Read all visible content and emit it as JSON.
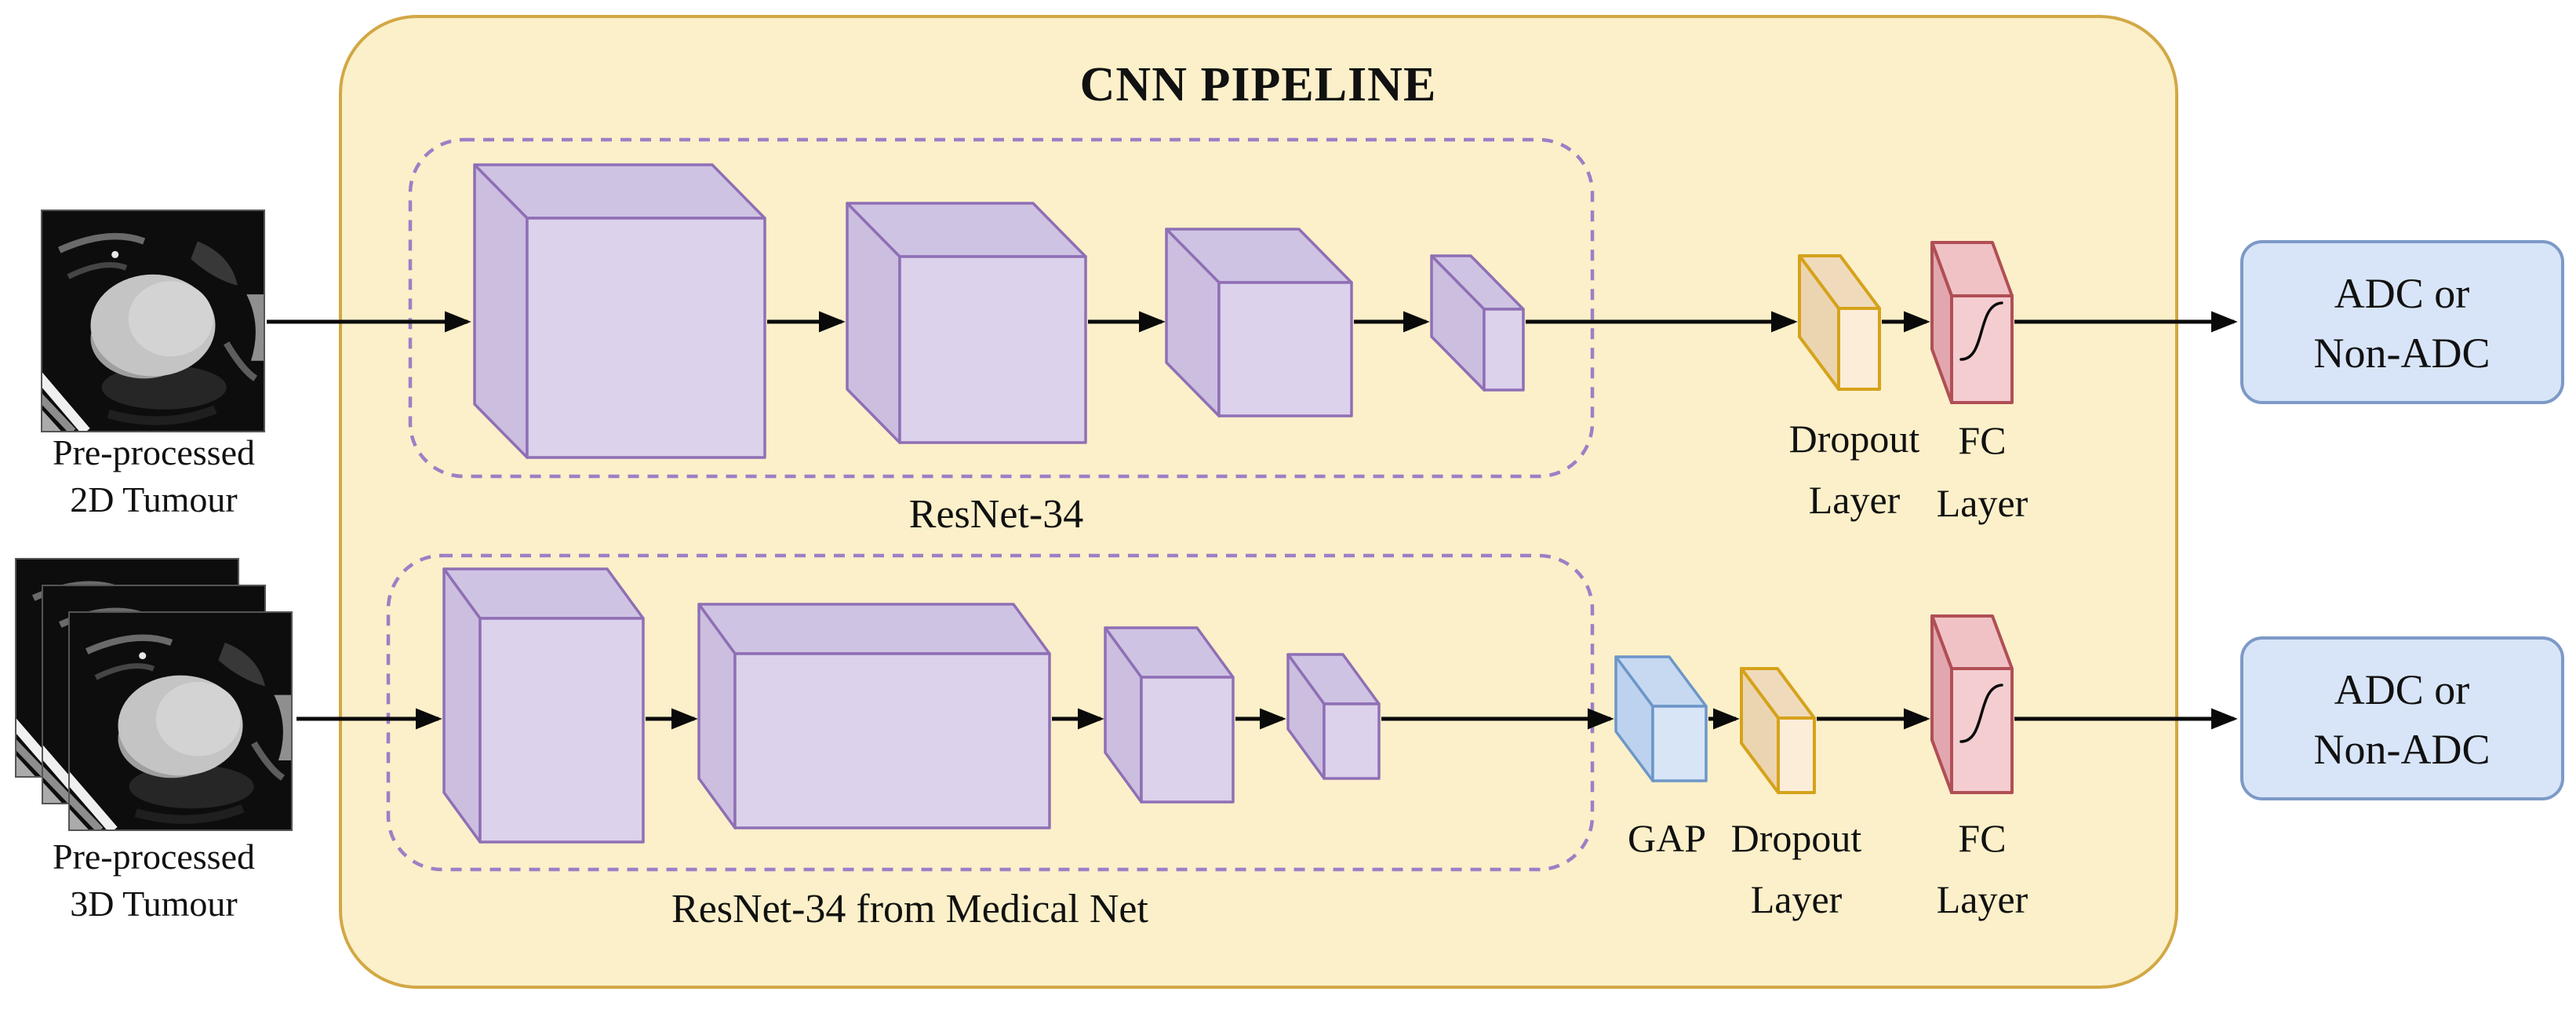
{
  "title": "CNN PIPELINE",
  "inputs": {
    "input_2d": {
      "label_line1": "Pre-processed",
      "label_line2": "2D Tumour"
    },
    "input_3d": {
      "label_line1": "Pre-processed",
      "label_line2": "3D Tumour"
    }
  },
  "row1": {
    "backbone_label": "ResNet-34",
    "dropout_line1": "Dropout",
    "dropout_line2": "Layer",
    "fc_line1": "FC",
    "fc_line2": "Layer",
    "output_line1": "ADC or",
    "output_line2": "Non-ADC"
  },
  "row2": {
    "backbone_label": "ResNet-34 from Medical Net",
    "gap_label": "GAP",
    "dropout_line1": "Dropout",
    "dropout_line2": "Layer",
    "fc_line1": "FC",
    "fc_line2": "Layer",
    "output_line1": "ADC or",
    "output_line2": "Non-ADC"
  },
  "colors": {
    "text": "#111111",
    "arrow": "#0a0a0a",
    "cream_fill": "#FBF0C9",
    "cream_border": "#D2A845",
    "dashed_purple": "#9C7FC6",
    "cube_front": "#DCD2EB",
    "cube_top": "#CFC3E3",
    "cube_side": "#CBBEDF",
    "cube_stroke": "#8F6FB5",
    "gap_front": "#D7E5F7",
    "gap_top": "#C6D9F1",
    "gap_side": "#BCD2EE",
    "gap_stroke": "#6D96C8",
    "dropout_front": "#FBEDD8",
    "dropout_top": "#EFDBBC",
    "dropout_side": "#EBD5B0",
    "dropout_stroke": "#D6A21B",
    "fc_front": "#F4CDD1",
    "fc_top": "#F0C2C6",
    "fc_side": "#E2A7AE",
    "fc_stroke": "#B04F55",
    "output_fill": "#D8E5F8",
    "output_stroke": "#7D99C7"
  }
}
